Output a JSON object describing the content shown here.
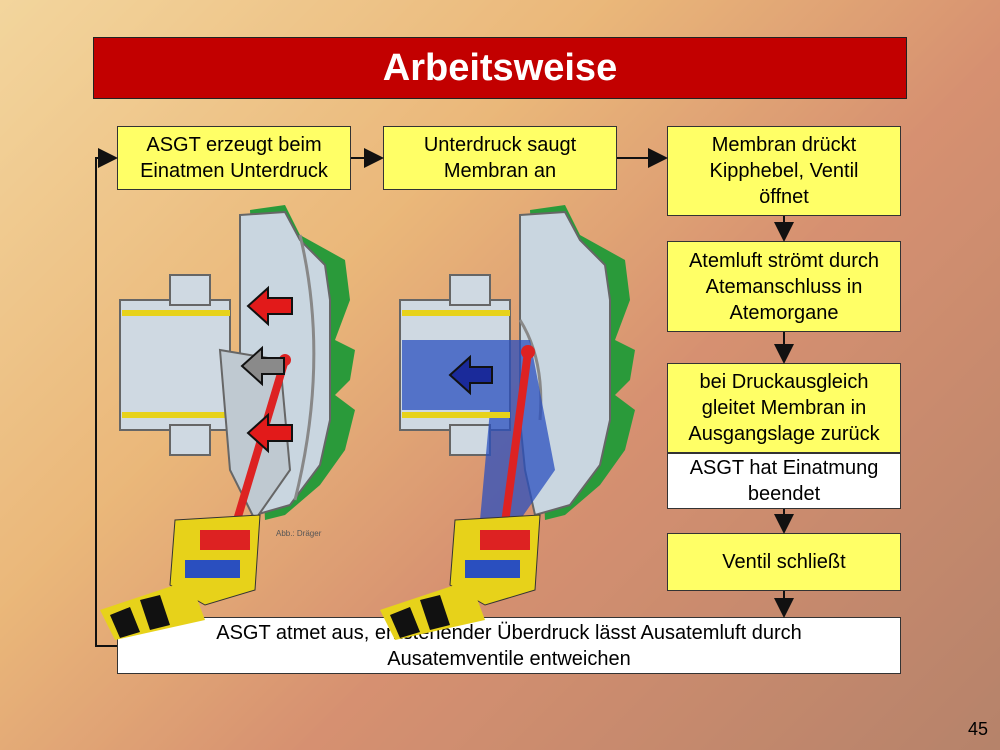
{
  "title": "Arbeitsweise",
  "steps": {
    "s1": "ASGT erzeugt beim\nEinatmen Unterdruck",
    "s2": "Unterdruck saugt\nMembran an",
    "s3": "Membran drückt\nKipphebel, Ventil\nöffnet",
    "s4": "Atemluft strömt durch\nAtemanschluss in\nAtemorgane",
    "s5": "bei Druckausgleich\ngleitet Membran in\nAusgangslage zurück",
    "s6": "ASGT hat Einatmung\nbeendet",
    "s7": "Ventil schließt",
    "s8": "ASGT atmet aus, entstehender Überdruck lässt Ausatemluft durch\nAusatemventile entweichen"
  },
  "credit": "Abb.: Dräger",
  "page_number": "45",
  "colors": {
    "title_bg": "#c20000",
    "box_yellow": "#ffff66",
    "box_white": "#ffffff",
    "housing_green": "#2a9a3a",
    "valve_red": "#dd2222",
    "air_blue": "#2a4fbf",
    "arrow_red": "#e21a1a",
    "arrow_gray": "#8a8a8a",
    "arrow_navy": "#1a2a9a"
  }
}
